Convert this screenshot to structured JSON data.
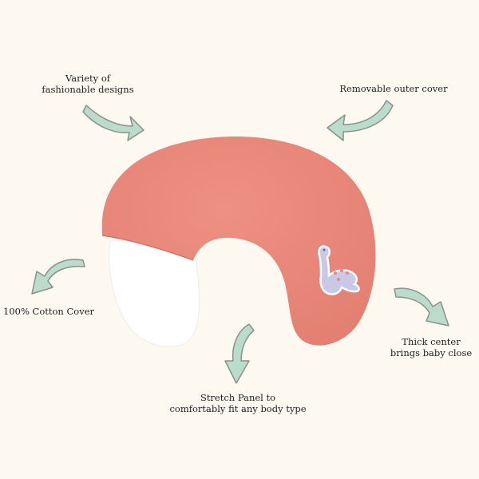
{
  "labels": {
    "designs": [
      "Variety of",
      "fashionable designs"
    ],
    "outer_cover": [
      "Removable outer cover"
    ],
    "cotton": [
      "100% Cotton Cover"
    ],
    "thick_center": [
      "Thick center",
      "brings baby close"
    ],
    "stretch_panel": [
      "Stretch Panel to",
      "comfortably fit any body type"
    ]
  },
  "colors": {
    "background": "#fdf9f1",
    "pillow": "#e9877a",
    "panel": "#ffffff",
    "arrow": "#b9dccb",
    "arrow_outline": "#8e8e8e",
    "dino": "#c9c8e6"
  },
  "icons": [
    "dinosaur-applique-icon",
    "curved-arrow-icon"
  ]
}
